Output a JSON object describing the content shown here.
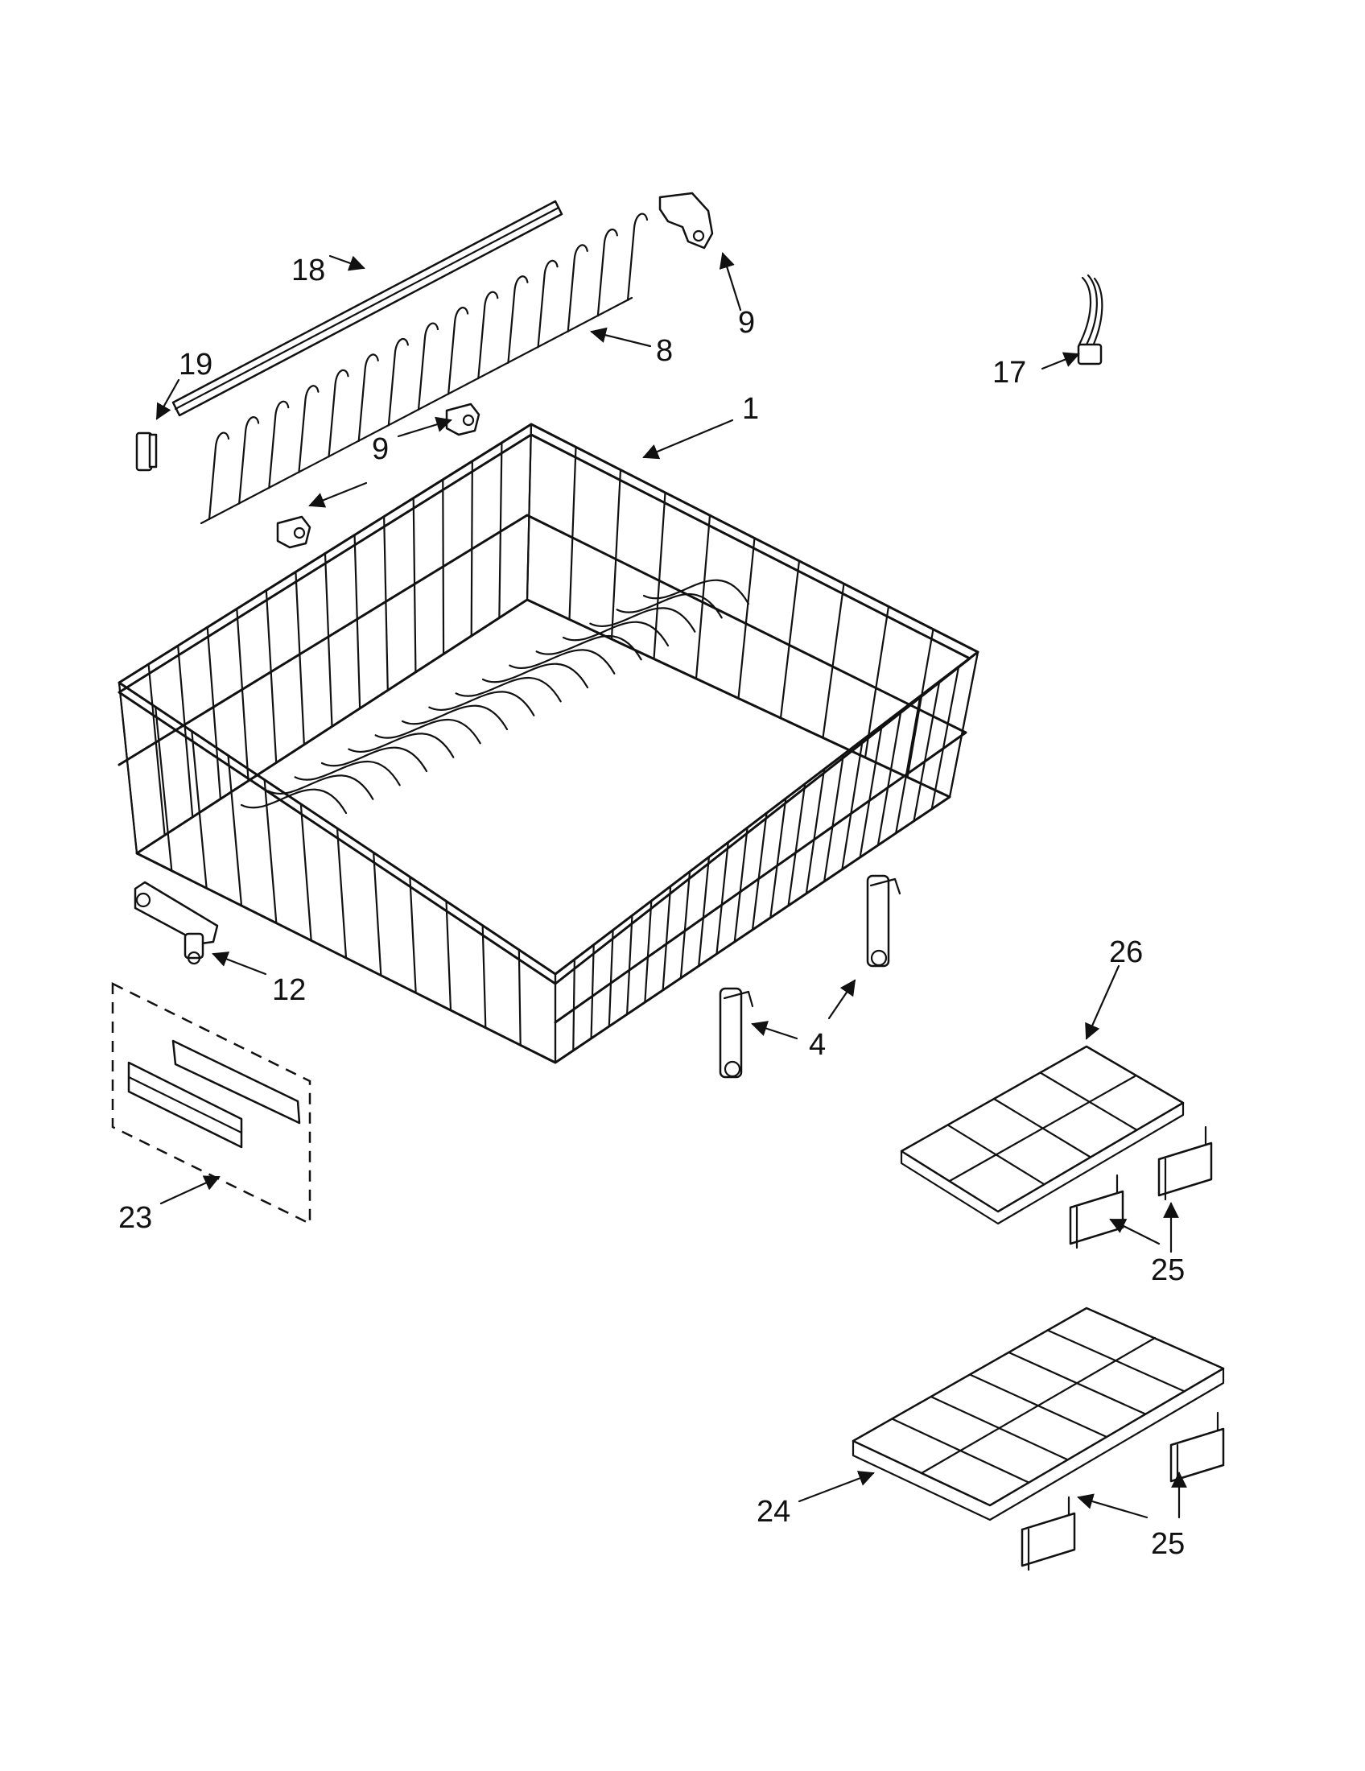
{
  "callouts": {
    "c1": "1",
    "c4": "4",
    "c8": "8",
    "c9a": "9",
    "c9b": "9",
    "c12": "12",
    "c17": "17",
    "c18": "18",
    "c19": "19",
    "c23": "23",
    "c24": "24",
    "c25a": "25",
    "c25b": "25",
    "c26": "26"
  },
  "icons": {
    "arrow": "arrowhead",
    "rack": "dishrack-basket"
  }
}
